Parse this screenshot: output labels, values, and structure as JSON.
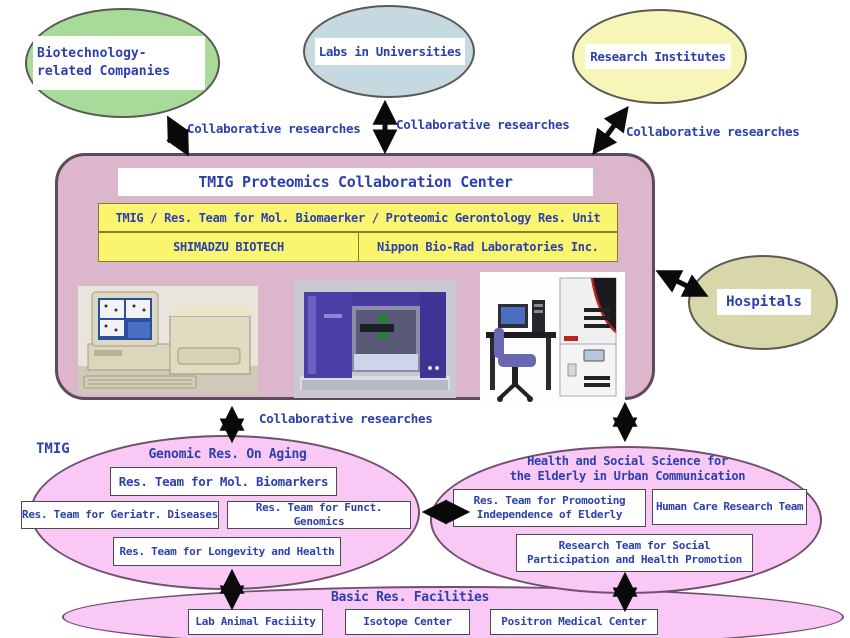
{
  "colors": {
    "text_blue": "#2b3fae",
    "arrow_black": "#0a0a0a",
    "center_box_fill": "#dcb6ca",
    "center_box_border": "#5d4a5a",
    "highlight_yellow": "#f9f56e",
    "group_ellipse_fill": "#fac8f4",
    "group_ellipse_border": "#70506e",
    "biotech_ellipse_fill": "#a8da9a",
    "labs_ellipse_fill": "#c6d9e1",
    "institutes_ellipse_fill": "#f7f5b8",
    "hospitals_ellipse_fill": "#d8d7a9"
  },
  "labels": {
    "collaborative": "Collaborative researches"
  },
  "external": {
    "biotech": "Biotechnology-related Companies",
    "labs": "Labs in Universities",
    "institutes": "Research Institutes",
    "hospitals": "Hospitals"
  },
  "center": {
    "title": "TMIG Proteomics Collaboration Center",
    "unit_row": "TMIG / Res. Team for Mol. Biomaerker / Proteomic Gerontology Res. Unit",
    "partners": [
      "SHIMADZU BIOTECH",
      "Nippon Bio-Rad Laboratories Inc."
    ],
    "photos": [
      "gel-scanner-workstation-photo",
      "spot-picker-robot-photo",
      "protein-analyzer-system-photo"
    ]
  },
  "tmig_group": {
    "org": "TMIG",
    "title": "Genomic Res. On Aging",
    "teams": [
      "Res. Team for Mol. Biomarkers",
      "Res. Team for Geriatr. Diseases",
      "Res. Team for Funct. Genomics",
      "Res. Team for Longevity and Health"
    ]
  },
  "health_group": {
    "title_line1": "Health and Social Science for",
    "title_line2": "the Elderly in Urban Communication",
    "teams": [
      "Res. Team for Promooting Independence of Elderly",
      "Human Care Research Team",
      "Research Team for Social Participation and Health Promotion"
    ]
  },
  "facilities": {
    "title": "Basic Res. Facilities",
    "items": [
      "Lab Animal Faciiity",
      "Isotope Center",
      "Positron Medical Center"
    ]
  }
}
